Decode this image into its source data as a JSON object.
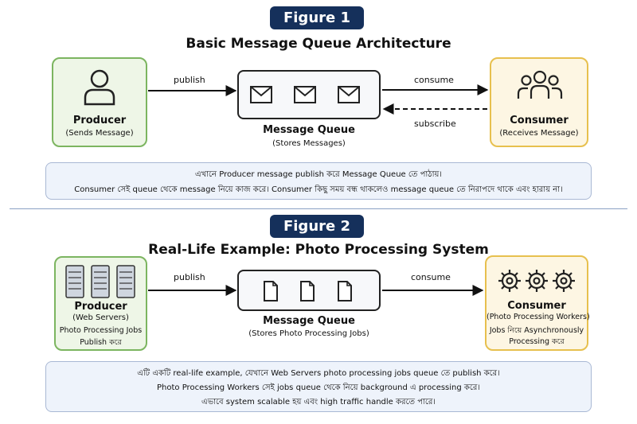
{
  "figure1": {
    "badge": "Figure 1",
    "title": "Basic Message Queue Architecture",
    "producer": {
      "title": "Producer",
      "subtitle": "(Sends Message)",
      "icon": "user-icon"
    },
    "queue": {
      "title": "Message Queue",
      "subtitle": "(Stores Messages)",
      "icon": "envelope-icon"
    },
    "consumer": {
      "title": "Consumer",
      "subtitle": "(Receives Message)",
      "icon": "users-icon"
    },
    "arrow_publish": "publish",
    "arrow_consume": "consume",
    "arrow_subscribe": "subscribe",
    "note_lines": [
      "এখানে Producer message publish করে Message Queue তে পাঠায়।",
      "Consumer সেই queue থেকে message নিয়ে কাজ করে। Consumer কিছু সময় বন্ধ থাকলেও message queue তে নিরাপদে থাকে এবং হারায় না।"
    ]
  },
  "figure2": {
    "badge": "Figure 2",
    "title": "Real-Life Example: Photo Processing System",
    "producer": {
      "title": "Producer",
      "subtitle": "(Web Servers)",
      "desc1": "Photo Processing Jobs",
      "desc2": "Publish করে",
      "icon": "server-icon"
    },
    "queue": {
      "title": "Message Queue",
      "subtitle": "(Stores Photo Processing Jobs)",
      "icon": "document-icon"
    },
    "consumer": {
      "title": "Consumer",
      "subtitle": "(Photo Processing Workers)",
      "desc1": "Jobs নিয়ে Asynchronously",
      "desc2": "Processing করে",
      "icon": "gear-icon"
    },
    "arrow_publish": "publish",
    "arrow_consume": "consume",
    "note_lines": [
      "এটি একটি real-life example, যেখানে Web Servers photo processing jobs queue তে publish করে।",
      "Photo Processing Workers সেই jobs queue থেকে নিয়ে background এ processing করে।",
      "এভাবে system scalable হয় এবং high traffic handle করতে পারে।"
    ]
  },
  "colors": {
    "badge": "#15305b",
    "producer_bg": "#eef6e7",
    "producer_border": "#7cb560",
    "consumer_bg": "#fdf6e3",
    "consumer_border": "#e7c04e",
    "note_bg": "#eef3fb",
    "note_border": "#a9b8d4"
  }
}
